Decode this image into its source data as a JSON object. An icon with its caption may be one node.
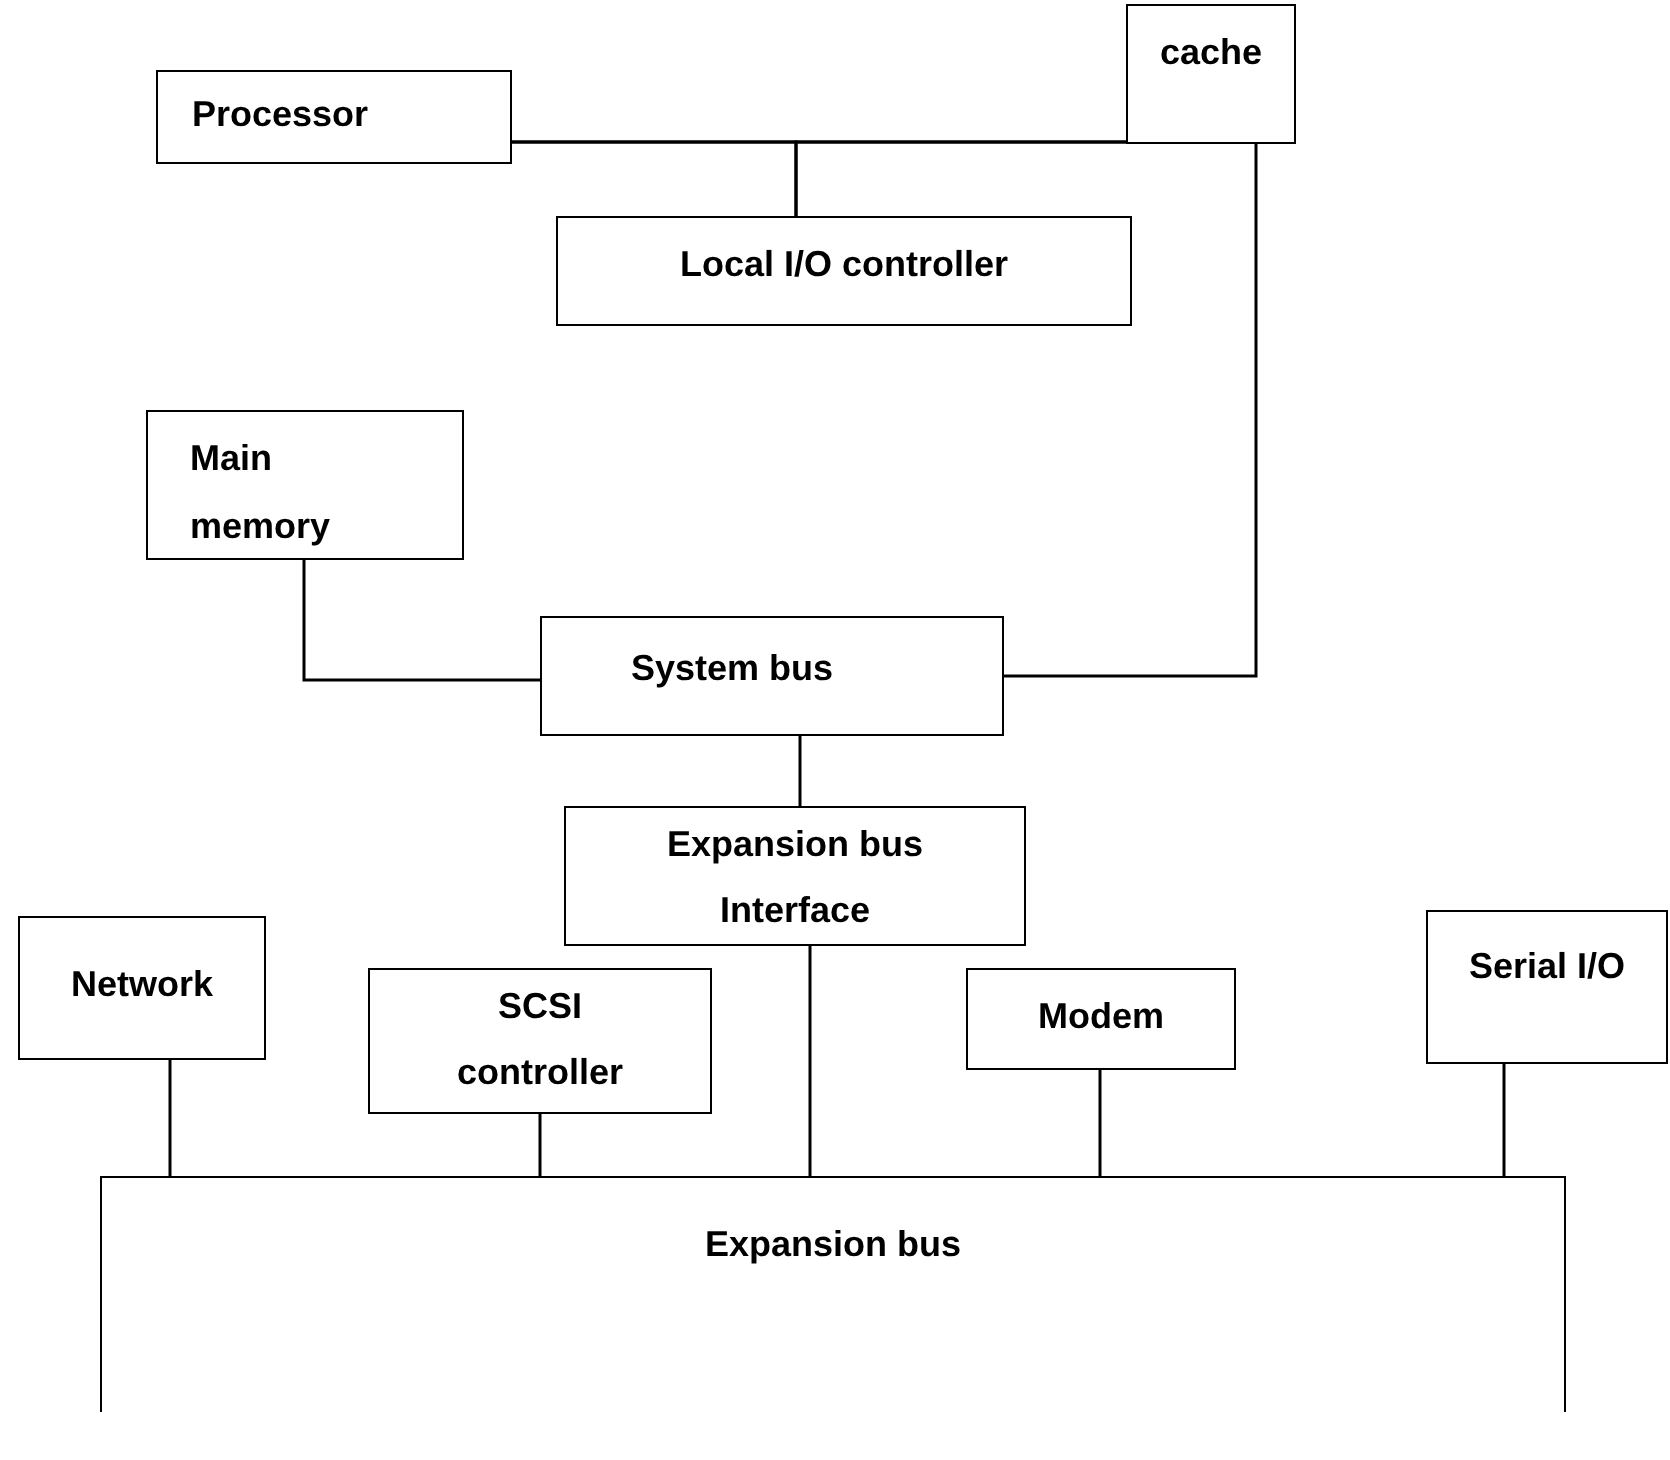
{
  "diagram": {
    "nodes": [
      {
        "text": [
          "Processor"
        ]
      },
      {
        "text": [
          "cache"
        ]
      },
      {
        "text": [
          "Local I/O controller"
        ]
      },
      {
        "text": [
          "Main memory"
        ]
      },
      {
        "text": [
          "System bus"
        ]
      },
      {
        "text": [
          "Expansion bus Interface"
        ]
      },
      {
        "text": [
          "Network"
        ]
      },
      {
        "text": [
          "SCSI controller"
        ]
      },
      {
        "text": [
          "Modem"
        ]
      },
      {
        "text": [
          "Serial I/O"
        ]
      },
      {
        "text": [
          "Expansion bus"
        ]
      }
    ],
    "edges": [
      {
        "from": 0,
        "to": 1,
        "arrow": "none"
      },
      {
        "from": 2,
        "to": 0,
        "arrow": "none"
      },
      {
        "from": 2,
        "to": 1,
        "arrow": "none"
      },
      {
        "from": 1,
        "to": 4,
        "arrow": "none"
      },
      {
        "from": 3,
        "to": 4,
        "arrow": "none"
      },
      {
        "from": 4,
        "to": 5,
        "arrow": "none"
      },
      {
        "from": 5,
        "to": 10,
        "arrow": "none"
      },
      {
        "from": 6,
        "to": 10,
        "arrow": "none"
      },
      {
        "from": 7,
        "to": 10,
        "arrow": "none"
      },
      {
        "from": 8,
        "to": 10,
        "arrow": "none"
      },
      {
        "from": 9,
        "to": 10,
        "arrow": "none"
      }
    ]
  }
}
